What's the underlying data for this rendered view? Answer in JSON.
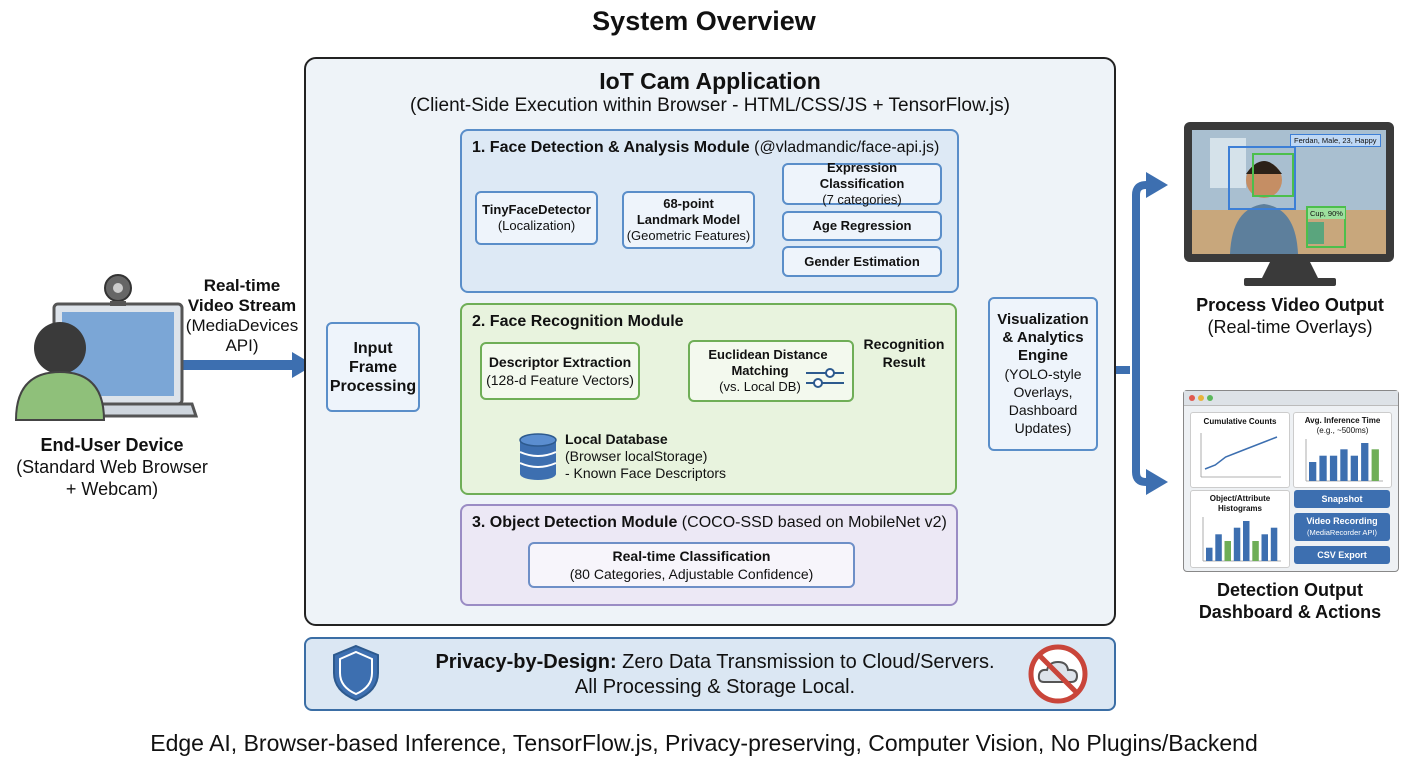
{
  "title": "System Overview",
  "footer": "Edge AI, Browser-based Inference, TensorFlow.js, Privacy-preserving, Computer Vision, No Plugins/Backend",
  "app": {
    "title": "IoT Cam Application",
    "subtitle": "(Client-Side Execution within Browser - HTML/CSS/JS + TensorFlow.js)"
  },
  "user_device": {
    "name": "End-User Device",
    "line2": "(Standard Web Browser",
    "line3": "+ Webcam)"
  },
  "stream": {
    "line1": "Real-time",
    "line2": "Video Stream",
    "line3": "(MediaDevices",
    "line4": "API)"
  },
  "input": {
    "line1": "Input",
    "line2": "Frame",
    "line3": "Processing"
  },
  "module1": {
    "title_bold": "1. Face Detection & Analysis Module",
    "title_rest": " (@vladmandic/face-api.js)",
    "detector_name": "TinyFaceDetector",
    "detector_sub": "(Localization)",
    "landmark_l1": "68-point",
    "landmark_l2": "Landmark Model",
    "landmark_l3": "(Geometric Features)",
    "expr_name": "Expression Classification",
    "expr_sub": "(7 categories)",
    "age": "Age Regression",
    "gender": "Gender Estimation"
  },
  "module2": {
    "title": "2. Face Recognition Module",
    "desc_name": "Descriptor Extraction",
    "desc_sub": "(128-d Feature Vectors)",
    "match_l1": "Euclidean Distance",
    "match_l2": "Matching",
    "match_l3": "(vs. Local DB)",
    "result_l1": "Recognition",
    "result_l2": "Result",
    "db_name": "Local Database",
    "db_l2": "(Browser localStorage)",
    "db_l3": "- Known Face Descriptors"
  },
  "module3": {
    "title_bold": "3. Object Detection Module",
    "title_rest": " (COCO-SSD based on MobileNet v2)",
    "class_name": "Real-time Classification",
    "class_sub": "(80 Categories, Adjustable Confidence)"
  },
  "viz": {
    "l1": "Visualization",
    "l2": "& Analytics",
    "l3": "Engine",
    "l4": "(YOLO-style",
    "l5": "Overlays,",
    "l6": "Dashboard",
    "l7": "Updates)"
  },
  "video_out": {
    "tag1": "Ferdan, Male, 23, Happy",
    "tag2": "Cup, 90%",
    "title": "Process Video Output",
    "sub": "(Real-time Overlays)"
  },
  "dashboard": {
    "card1": "Cumulative Counts",
    "card2_l1": "Avg. Inference Time",
    "card2_l2": "(e.g., ~500ms)",
    "card3_l1": "Object/Attribute",
    "card3_l2": "Histograms",
    "btn_snapshot": "Snapshot",
    "btn_video": "Video Recording",
    "btn_video_sub": "(MediaRecorder API)",
    "btn_csv": "CSV Export",
    "title_l1": "Detection Output",
    "title_l2": "Dashboard & Actions"
  },
  "privacy": {
    "bold": "Privacy-by-Design:",
    "rest": " Zero Data Transmission to Cloud/Servers.",
    "line2": "All Processing & Storage Local."
  },
  "colors": {
    "arrow": "#3d6fb0",
    "blue_module": "#dde9f5",
    "green_module": "#e8f3de",
    "purple_module": "#ece8f5",
    "privacy_bg": "#dbe7f3"
  },
  "chart_data": [
    {
      "type": "line",
      "title": "Cumulative Counts",
      "x": [
        1,
        2,
        3,
        4,
        5,
        6,
        7,
        8
      ],
      "values": [
        2,
        3,
        5,
        6,
        7,
        8,
        9,
        10
      ]
    },
    {
      "type": "bar",
      "title": "Avg. Inference Time (e.g., ~500ms)",
      "values": [
        3,
        4,
        4,
        5,
        4,
        6,
        5
      ]
    },
    {
      "type": "bar",
      "title": "Object/Attribute Histograms",
      "values": [
        2,
        4,
        3,
        5,
        6,
        3,
        4,
        5
      ]
    }
  ]
}
